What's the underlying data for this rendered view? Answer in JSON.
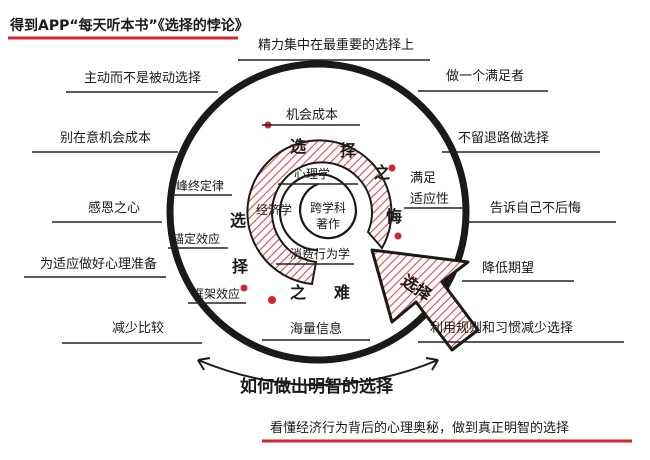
{
  "title": "得到APP“每天听本书”《选择的悖论》",
  "top_topic": "精力集中在最重要的选择上",
  "left_items": [
    "主动而不是被动选择",
    "别在意机会成本",
    "感恩之心",
    "为适应做好心理准备",
    "减少比较"
  ],
  "right_items": [
    "做一个满足者",
    "不留退路做选择",
    "告诉自己不后悔",
    "降低期望",
    "利用规则和习惯减少选择"
  ],
  "inner_labels": {
    "opportunity_cost": "机会成本",
    "peak_end": "峰终定律",
    "anchoring": "锚定效应",
    "framing": "框架效应",
    "massive_info": "海量信息",
    "satisfaction_line1": "满足",
    "satisfaction_line2": "适应性"
  },
  "ring_chars": [
    "选",
    "择",
    "之",
    "悔",
    "之",
    "难",
    "选",
    "择"
  ],
  "center": {
    "psychology": "心理学",
    "economics": "经济学",
    "overlap_line1": "跨学科",
    "overlap_line2": "著作",
    "behavioral": "消费行为学"
  },
  "arrow_label": "选择",
  "bottom_title": "如何做出明智的选择",
  "summary": "看懂经济行为背后的心理奥秘，做到真正明智的选择",
  "colors": {
    "accent": "#d22630",
    "hatch": "#e04848",
    "ink": "#1a1a1a"
  }
}
